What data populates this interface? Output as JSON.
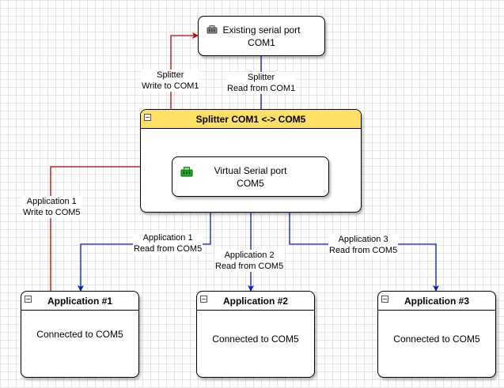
{
  "nodes": {
    "existing_port": {
      "title": "Existing serial port",
      "port": "COM1",
      "icon": "serial-port-gray-icon"
    },
    "virtual_port": {
      "title": "Virtual Serial port",
      "port": "COM5",
      "icon": "serial-port-green-icon"
    }
  },
  "splitter": {
    "title": "Splitter COM1 <-> COM5",
    "header_color": "#ffe066"
  },
  "applications": [
    {
      "title": "Application #1",
      "status": "Connected to COM5"
    },
    {
      "title": "Application #2",
      "status": "Connected to COM5"
    },
    {
      "title": "Application #3",
      "status": "Connected to COM5"
    }
  ],
  "edge_labels": {
    "splitter_write": [
      "Splitter",
      "Write to COM1"
    ],
    "splitter_read": [
      "Splitter",
      "Read from COM1"
    ],
    "app1_write": [
      "Application 1",
      "Write to COM5"
    ],
    "app1_read": [
      "Application 1",
      "Read from COM5"
    ],
    "app2_read": [
      "Application 2",
      "Read from COM5"
    ],
    "app3_read": [
      "Application 3",
      "Read from COM5"
    ]
  },
  "colors": {
    "write_edge": "#cc0000",
    "read_edge": "#001dbc"
  }
}
